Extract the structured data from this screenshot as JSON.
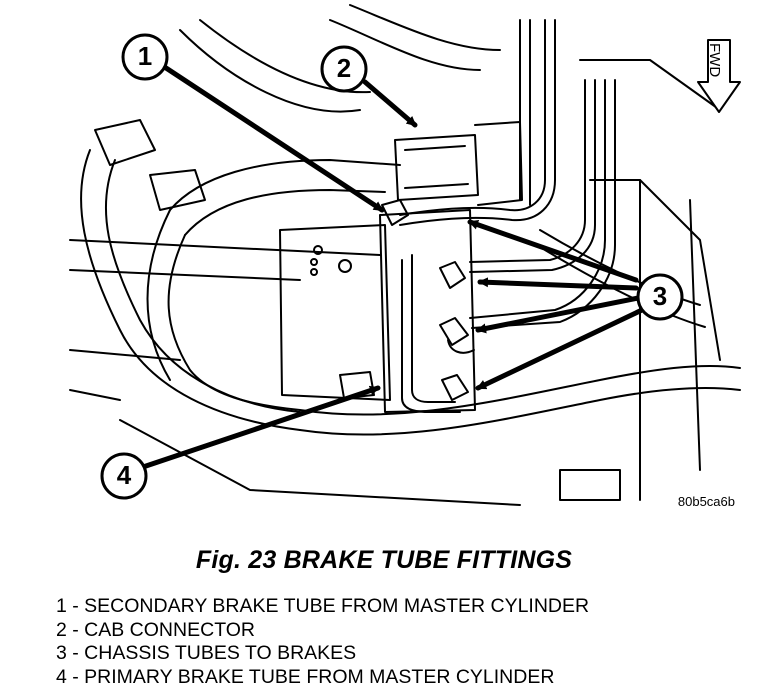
{
  "figure": {
    "image_code": "80b5ca6b",
    "fwd_label": "FWD",
    "callouts": [
      {
        "number": "1",
        "meaning": "SECONDARY BRAKE TUBE FROM MASTER CYLINDER"
      },
      {
        "number": "2",
        "meaning": "CAB CONNECTOR"
      },
      {
        "number": "3",
        "meaning": "CHASSIS TUBES TO BRAKES"
      },
      {
        "number": "4",
        "meaning": "PRIMARY BRAKE TUBE FROM MASTER CYLINDER"
      }
    ]
  },
  "caption": "Fig. 23 BRAKE TUBE FITTINGS",
  "legend": [
    "1 - SECONDARY BRAKE TUBE FROM MASTER CYLINDER",
    "2 - CAB CONNECTOR",
    "3 - CHASSIS TUBES TO BRAKES",
    "4 - PRIMARY BRAKE TUBE FROM MASTER CYLINDER"
  ]
}
